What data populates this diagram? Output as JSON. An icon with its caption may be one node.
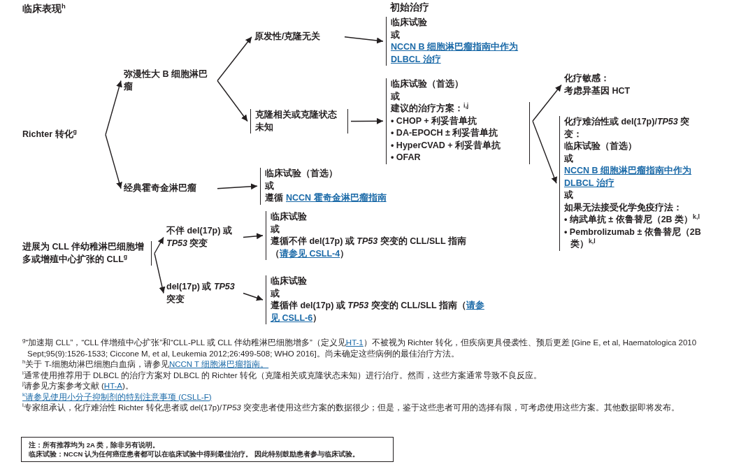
{
  "diagram": {
    "nodes": [
      {
        "text": [
          "Richter 转化$^{g}$"
        ]
      },
      {
        "text": [
          "弥漫性大 B 细胞淋巴瘤"
        ]
      },
      {
        "text": [
          "经典霍奇金淋巴瘤"
        ]
      },
      {
        "text": [
          "原发性/克隆无关"
        ]
      },
      {
        "text": [
          "克隆相关或克隆状态未知"
        ]
      },
      {
        "text": [
          "临床试验",
          "或",
          "NCCN B 细胞淋巴瘤指南中作为 DLBCL 治疗"
        ]
      },
      {
        "text": [
          "临床试验（首选）",
          "或",
          "建议的治疗方案：$^{i,j}$",
          "• CHOP + 利妥昔单抗",
          "• DA-EPOCH ± 利妥昔单抗",
          "• HyperCVAD + 利妥昔单抗",
          "• OFAR"
        ]
      },
      {
        "text": [
          "化疗敏感：",
          "考虑异基因 HCT"
        ]
      },
      {
        "text": [
          "化疗难治性或 del(17p)/*TP53* 突变：",
          "临床试验（首选）",
          "或",
          "NCCN B 细胞淋巴瘤指南中作为 DLBCL 治疗",
          "或",
          "如果无法接受化学免疫疗法：",
          "• 纳武单抗 ± 依鲁替尼（2B 类）$^{k,l}$",
          "• Pembrolizumab ± 依鲁替尼（2B 类）$^{k,l}$"
        ]
      },
      {
        "text": [
          "临床试验（首选）",
          "或",
          "遵循",
          "NCCN 霍奇金淋巴瘤指南"
        ]
      },
      {
        "text": [
          "进展为 CLL 伴幼稚淋巴细胞增多或增殖中心扩张的 CLL$^{g}$"
        ]
      },
      {
        "text": [
          "不伴 del(17p) 或 *TP53* 突变"
        ]
      },
      {
        "text": [
          "del(17p) 或 *TP53* 突变"
        ]
      },
      {
        "text": [
          "临床试验",
          "或",
          "遵循不伴 del(17p) 或 *TP53* 突变的 CLL/SLL 指南（",
          "请参见 CSLL-4",
          "）"
        ]
      },
      {
        "text": [
          "临床试验",
          "或",
          "遵循伴 del(17p) 或 *TP53* 突变的 CLL/SLL 指南（",
          "请参见 CSLL-6",
          "）"
        ]
      }
    ],
    "edges": [
      {
        "from": 0,
        "to": 1,
        "arrow": "to"
      },
      {
        "from": 0,
        "to": 2,
        "arrow": "to"
      },
      {
        "from": 1,
        "to": 3,
        "arrow": "to"
      },
      {
        "from": 1,
        "to": 4,
        "arrow": "to"
      },
      {
        "from": 3,
        "to": 5,
        "arrow": "to"
      },
      {
        "from": 4,
        "to": 6,
        "arrow": "to"
      },
      {
        "from": 6,
        "to": 7,
        "arrow": "to"
      },
      {
        "from": 6,
        "to": 8,
        "arrow": "to"
      },
      {
        "from": 2,
        "to": 9,
        "arrow": "to"
      },
      {
        "from": 10,
        "to": 11,
        "arrow": "to"
      },
      {
        "from": 10,
        "to": 12,
        "arrow": "to"
      },
      {
        "from": 11,
        "to": 13,
        "arrow": "to"
      },
      {
        "from": 12,
        "to": 14,
        "arrow": "to"
      }
    ],
    "labels": [
      "临床表现$^{h}$",
      "初始治疗",
      "$^{g}$“加速期 CLL”，“CLL 伴增殖中心扩张”和“CLL-PLL 或 CLL 伴幼稚淋巴细胞增多”（定义见",
      "HT-1",
      "）不被视为 Richter 转化，但疾病更具侵袭性、预后更差 [Gine E, et al, Haematologica 2010 Sept;95(9):1526-1533; Ciccone M, et al, Leukemia 2012;26:499-508; WHO 2016]。尚未确定这些病例的最佳治疗方法。",
      "$^{h}$关于 T-细胞幼淋巴细胞白血病，请参见",
      "NCCN T 细胞淋巴瘤指南。",
      "$^{i}$通常使用推荐用于 DLBCL 的治疗方案对 DLBCL 的 Richter 转化（克隆相关或克隆状态未知）进行治疗。然而，这些方案通常导致不良反应。",
      "$^{j}$请参见方案参考文献 (",
      "HT-A",
      ")。",
      "$^{k}$请参见使用小分子抑制剂的特别注意事项 (CSLL-F)",
      "$^{l}$专家组承认，化疗难治性 Richter 转化患者或 del(17p)/*TP53* 突变患者使用这些方案的数据很少；但是，鉴于这些患者可用的选择有限，可考虑使用这些方案。其他数据即将发布。",
      "注：所有推荐均为 2A 类，除非另有说明。",
      "临床试验：NCCN 认为任何癌症患者都可以在临床试验中得到最佳治疗。 因此特别鼓励患者参与临床试验。"
    ]
  }
}
